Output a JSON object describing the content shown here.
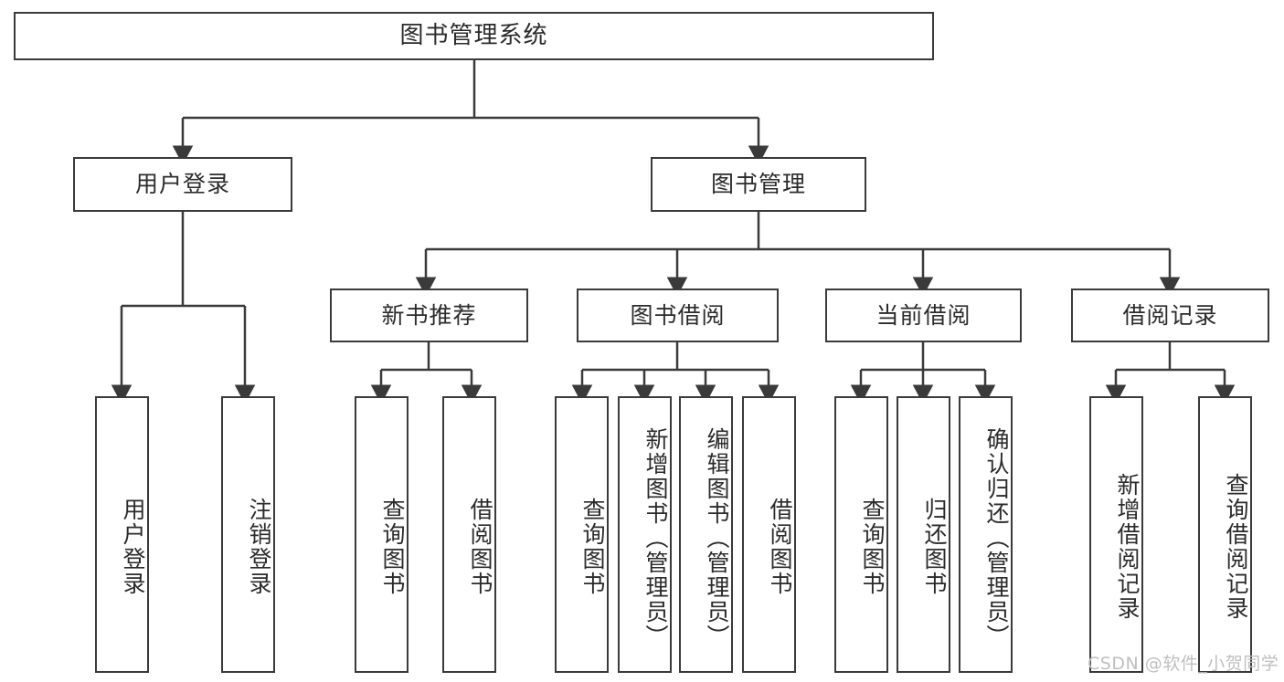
{
  "diagram": {
    "title": "图书管理系统",
    "type": "tree-hierarchy",
    "stroke_color": "#3a3a3a",
    "text_color": "#2b2b2b",
    "background": "#ffffff",
    "root": {
      "label": "图书管理系统"
    },
    "level2": [
      {
        "label": "用户登录"
      },
      {
        "label": "图书管理"
      }
    ],
    "level3": [
      {
        "label": "新书推荐"
      },
      {
        "label": "图书借阅"
      },
      {
        "label": "当前借阅"
      },
      {
        "label": "借阅记录"
      }
    ],
    "leaves": {
      "user_login": [
        {
          "label": "用户登录"
        },
        {
          "label": "注销登录"
        }
      ],
      "new_book_recommend": [
        {
          "label": "查询图书"
        },
        {
          "label": "借阅图书"
        }
      ],
      "book_borrow": [
        {
          "label": "查询图书"
        },
        {
          "label": "新增图书（管理员）"
        },
        {
          "label": "编辑图书（管理员）"
        },
        {
          "label": "借阅图书"
        }
      ],
      "current_borrow": [
        {
          "label": "查询图书"
        },
        {
          "label": "归还图书"
        },
        {
          "label": "确认归还（管理员）"
        }
      ],
      "borrow_record": [
        {
          "label": "新增借阅记录"
        },
        {
          "label": "查询借阅记录"
        }
      ]
    },
    "watermark": "CSDN @软件_小贺同学"
  }
}
